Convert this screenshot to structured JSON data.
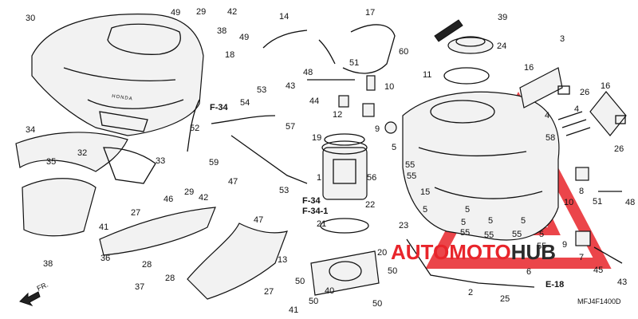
{
  "callouts": [
    "30",
    "49",
    "29",
    "42",
    "38",
    "49",
    "14",
    "17",
    "39",
    "60",
    "24",
    "3",
    "18",
    "53",
    "54",
    "48",
    "51",
    "43",
    "44",
    "10",
    "11",
    "16",
    "26",
    "16",
    "34",
    "32",
    "33",
    "35",
    "52",
    "57",
    "19",
    "12",
    "9",
    "4",
    "4",
    "58",
    "26",
    "5",
    "55",
    "15",
    "56",
    "59",
    "47",
    "29",
    "42",
    "46",
    "27",
    "41",
    "53",
    "1",
    "21",
    "22",
    "23",
    "5",
    "5",
    "8",
    "10",
    "51",
    "48",
    "5",
    "5",
    "5",
    "5",
    "55",
    "55",
    "55",
    "55",
    "55",
    "47",
    "36",
    "28",
    "38",
    "37",
    "28",
    "13",
    "50",
    "20",
    "50",
    "40",
    "50",
    "50",
    "27",
    "41",
    "6",
    "2",
    "25",
    "9",
    "7",
    "45",
    "43"
  ],
  "ref_labels": [
    "F-34",
    "F-34",
    "F-34-1",
    "E-18"
  ],
  "direction_label": "FR.",
  "tank_brand": "HONDA",
  "diagram_code": "MFJ4F1400D",
  "watermark": {
    "brand": "AUTOMOTOHUB",
    "part1": "AUTOMOTO",
    "part2": "HUB",
    "color_red": "#e8252b",
    "color_dark": "#2b2b2b"
  }
}
